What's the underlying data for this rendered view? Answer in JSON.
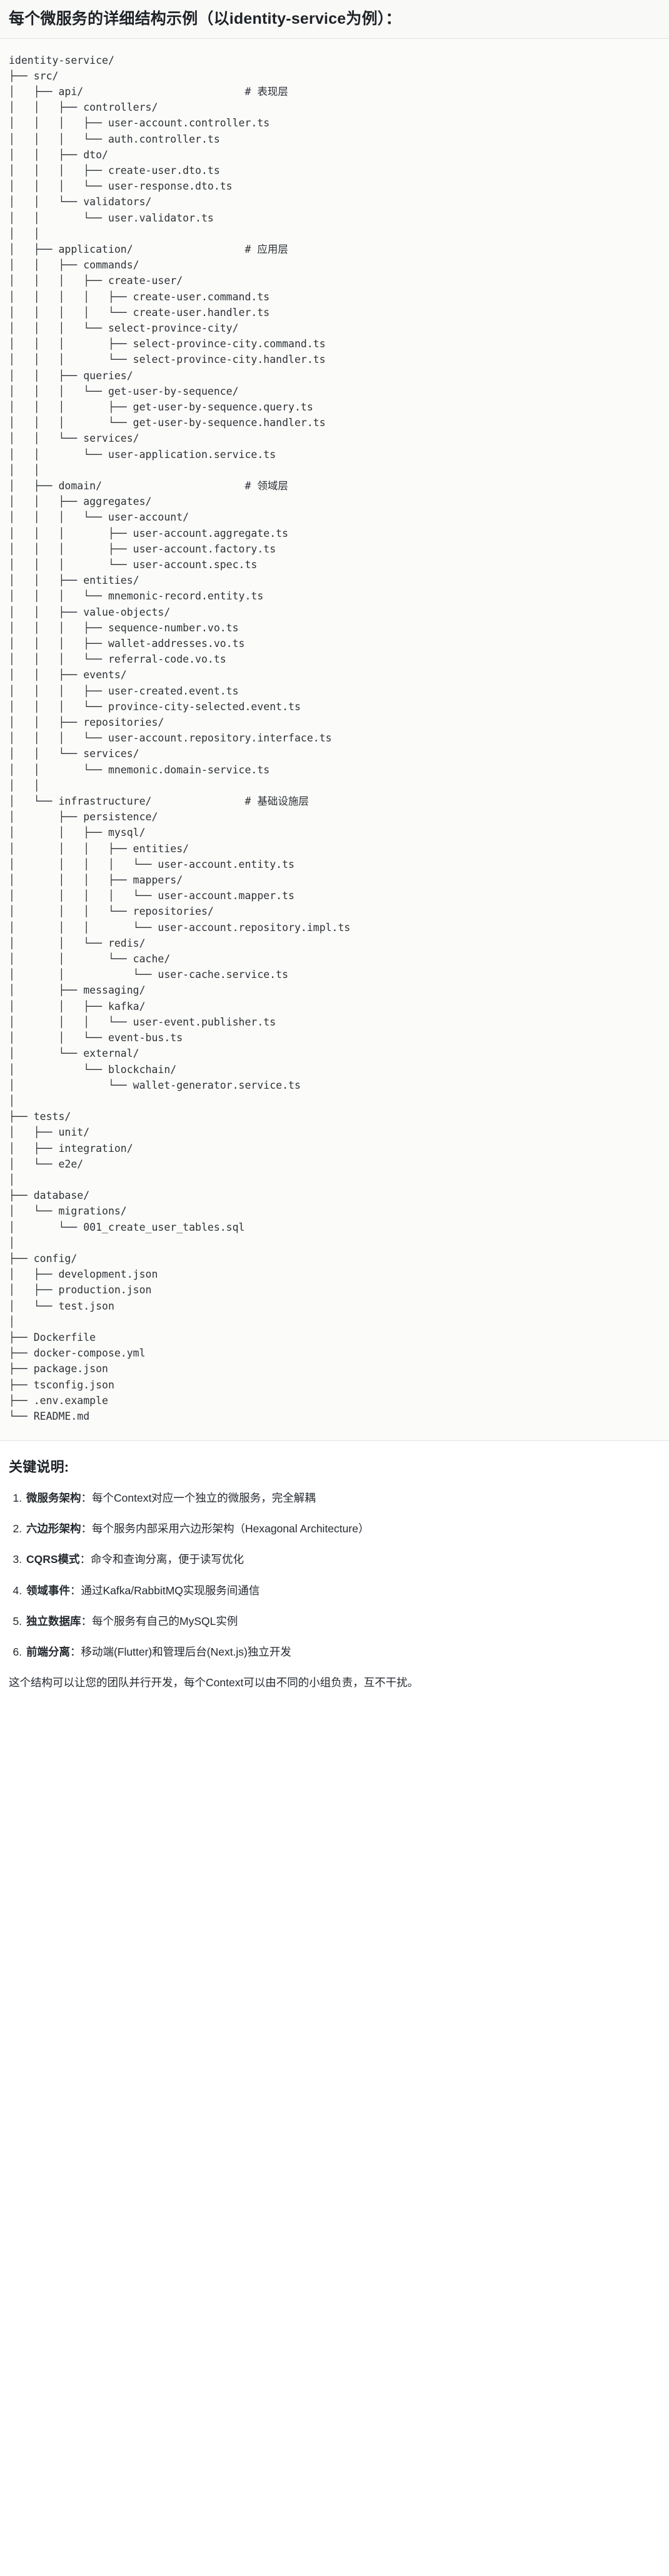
{
  "heading": "每个微服务的详细结构示例（以identity-service为例）：",
  "tree": {
    "root": "identity-service/",
    "lines": [
      "identity-service/",
      "├── src/",
      "│   ├── api/                          # 表现层",
      "│   │   ├── controllers/",
      "│   │   │   ├── user-account.controller.ts",
      "│   │   │   └── auth.controller.ts",
      "│   │   ├── dto/",
      "│   │   │   ├── create-user.dto.ts",
      "│   │   │   └── user-response.dto.ts",
      "│   │   └── validators/",
      "│   │       └── user.validator.ts",
      "│   │",
      "│   ├── application/                  # 应用层",
      "│   │   ├── commands/",
      "│   │   │   ├── create-user/",
      "│   │   │   │   ├── create-user.command.ts",
      "│   │   │   │   └── create-user.handler.ts",
      "│   │   │   └── select-province-city/",
      "│   │   │       ├── select-province-city.command.ts",
      "│   │   │       └── select-province-city.handler.ts",
      "│   │   ├── queries/",
      "│   │   │   └── get-user-by-sequence/",
      "│   │   │       ├── get-user-by-sequence.query.ts",
      "│   │   │       └── get-user-by-sequence.handler.ts",
      "│   │   └── services/",
      "│   │       └── user-application.service.ts",
      "│   │",
      "│   ├── domain/                       # 领域层",
      "│   │   ├── aggregates/",
      "│   │   │   └── user-account/",
      "│   │   │       ├── user-account.aggregate.ts",
      "│   │   │       ├── user-account.factory.ts",
      "│   │   │       └── user-account.spec.ts",
      "│   │   ├── entities/",
      "│   │   │   └── mnemonic-record.entity.ts",
      "│   │   ├── value-objects/",
      "│   │   │   ├── sequence-number.vo.ts",
      "│   │   │   ├── wallet-addresses.vo.ts",
      "│   │   │   └── referral-code.vo.ts",
      "│   │   ├── events/",
      "│   │   │   ├── user-created.event.ts",
      "│   │   │   └── province-city-selected.event.ts",
      "│   │   ├── repositories/",
      "│   │   │   └── user-account.repository.interface.ts",
      "│   │   └── services/",
      "│   │       └── mnemonic.domain-service.ts",
      "│   │",
      "│   └── infrastructure/               # 基础设施层",
      "│       ├── persistence/",
      "│       │   ├── mysql/",
      "│       │   │   ├── entities/",
      "│       │   │   │   └── user-account.entity.ts",
      "│       │   │   ├── mappers/",
      "│       │   │   │   └── user-account.mapper.ts",
      "│       │   │   └── repositories/",
      "│       │   │       └── user-account.repository.impl.ts",
      "│       │   └── redis/",
      "│       │       └── cache/",
      "│       │           └── user-cache.service.ts",
      "│       ├── messaging/",
      "│       │   ├── kafka/",
      "│       │   │   └── user-event.publisher.ts",
      "│       │   └── event-bus.ts",
      "│       └── external/",
      "│           └── blockchain/",
      "│               └── wallet-generator.service.ts",
      "│",
      "├── tests/",
      "│   ├── unit/",
      "│   ├── integration/",
      "│   └── e2e/",
      "│",
      "├── database/",
      "│   └── migrations/",
      "│       └── 001_create_user_tables.sql",
      "│",
      "├── config/",
      "│   ├── development.json",
      "│   ├── production.json",
      "│   └── test.json",
      "│",
      "├── Dockerfile",
      "├── docker-compose.yml",
      "├── package.json",
      "├── tsconfig.json",
      "├── .env.example",
      "└── README.md"
    ],
    "layer_comments": [
      "# 表现层",
      "# 应用层",
      "# 领域层",
      "# 基础设施层"
    ]
  },
  "notes": {
    "title": "关键说明:",
    "items": [
      {
        "term": "微服务架构",
        "sep": "：",
        "desc": "每个Context对应一个独立的微服务，完全解耦"
      },
      {
        "term": "六边形架构",
        "sep": "：",
        "desc": "每个服务内部采用六边形架构（Hexagonal Architecture）"
      },
      {
        "term": "CQRS模式",
        "sep": "：",
        "desc": "命令和查询分离，便于读写优化"
      },
      {
        "term": "领域事件",
        "sep": "：",
        "desc": "通过Kafka/RabbitMQ实现服务间通信"
      },
      {
        "term": "独立数据库",
        "sep": "：",
        "desc": "每个服务有自己的MySQL实例"
      },
      {
        "term": "前端分离",
        "sep": "：",
        "desc": "移动端(Flutter)和管理后台(Next.js)独立开发"
      }
    ],
    "closing": "这个结构可以让您的团队并行开发，每个Context可以由不同的小组负责，互不干扰。"
  }
}
